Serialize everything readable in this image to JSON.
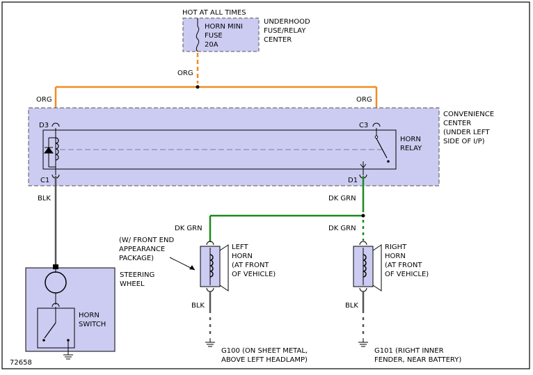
{
  "colors": {
    "orange": "#f08c22",
    "green": "#1a8a1a",
    "black_wire": "#555555",
    "box_fill": "#ccccf2",
    "frame": "#000000"
  },
  "labels": {
    "hot_at_all_times": "HOT AT ALL TIMES",
    "horn_mini_line1": "HORN MINI",
    "horn_mini_line2": "FUSE",
    "fuse_amp": "20A",
    "underhood_1": "UNDERHOOD",
    "underhood_2": "FUSE/RELAY",
    "underhood_3": "CENTER",
    "org_top": "ORG",
    "org_left": "ORG",
    "org_right": "ORG",
    "conv_1": "CONVENIENCE",
    "conv_2": "CENTER",
    "conv_3": "(UNDER LEFT",
    "conv_4": "SIDE OF I/P)",
    "d3": "D3",
    "c3": "C3",
    "c1": "C1",
    "d1": "D1",
    "horn_relay_1": "HORN",
    "horn_relay_2": "RELAY",
    "blk_steering": "BLK",
    "dk_grn_d1": "DK GRN",
    "dk_grn_left": "DK GRN",
    "dk_grn_right": "DK GRN",
    "front_end_1": "(W/ FRONT END",
    "front_end_2": "APPEARANCE",
    "front_end_3": "PACKAGE)",
    "left_horn_1": "LEFT",
    "left_horn_2": "HORN",
    "left_horn_3": "(AT FRONT",
    "left_horn_4": "OF VEHICLE)",
    "right_horn_1": "RIGHT",
    "right_horn_2": "HORN",
    "right_horn_3": "(AT FRONT",
    "right_horn_4": "OF VEHICLE)",
    "steering_1": "STEERING",
    "steering_2": "WHEEL",
    "horn_switch_1": "HORN",
    "horn_switch_2": "SWITCH",
    "blk_left": "BLK",
    "blk_right": "BLK",
    "g100_1": "G100  (ON SHEET METAL,",
    "g100_2": "ABOVE LEFT HEADLAMP)",
    "g101_1": "G101  (RIGHT INNER",
    "g101_2": "FENDER, NEAR BATTERY)",
    "diagram_id": "72658"
  }
}
